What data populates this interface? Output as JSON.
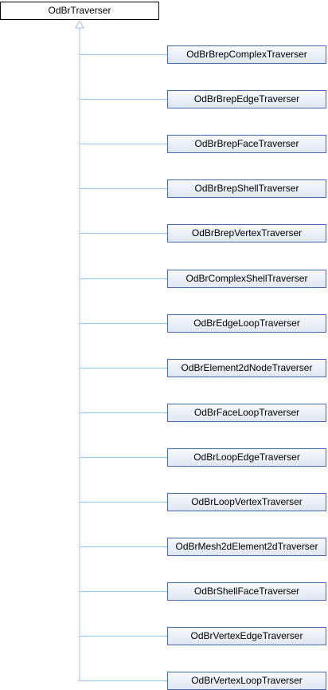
{
  "diagram": {
    "base_class": "OdBrTraverser",
    "derived_classes": [
      "OdBrBrepComplexTraverser",
      "OdBrBrepEdgeTraverser",
      "OdBrBrepFaceTraverser",
      "OdBrBrepShellTraverser",
      "OdBrBrepVertexTraverser",
      "OdBrComplexShellTraverser",
      "OdBrEdgeLoopTraverser",
      "OdBrElement2dNodeTraverser",
      "OdBrFaceLoopTraverser",
      "OdBrLoopEdgeTraverser",
      "OdBrLoopVertexTraverser",
      "OdBrMesh2dElement2dTraverser",
      "OdBrShellFaceTraverser",
      "OdBrVertexEdgeTraverser",
      "OdBrVertexLoopTraverser"
    ],
    "colors": {
      "connector": "#9fc3e6",
      "node_border": "#4a6aaa",
      "base_border": "#000000"
    }
  }
}
